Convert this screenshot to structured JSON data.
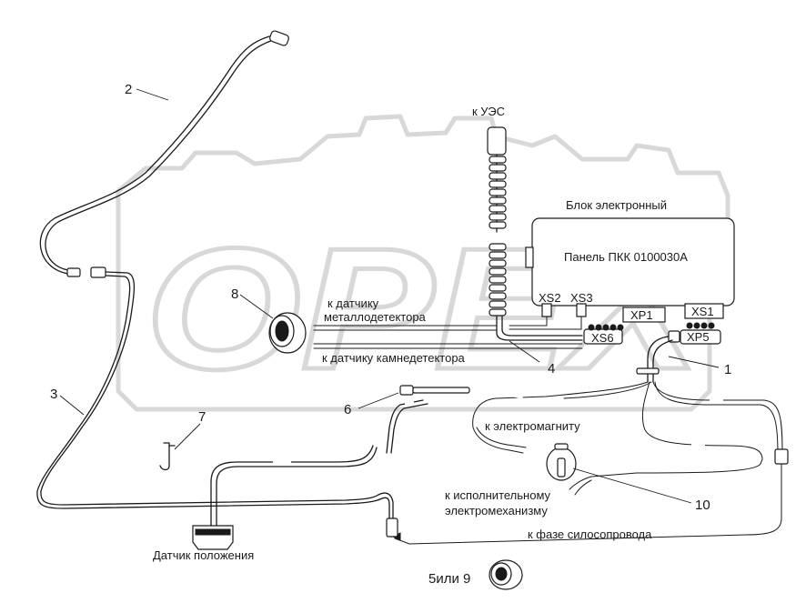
{
  "watermark": {
    "brand": "OPEX"
  },
  "labels": {
    "to_ues": "к УЭС",
    "block_title": "Блок электронный",
    "panel": "Панель ПКК 0100030А",
    "xs2": "XS2",
    "xs3": "XS3",
    "xp1": "XP1",
    "xs1": "XS1",
    "xp5": "XP5",
    "xs6": "XS6",
    "metal_detector_line1": "к датчику",
    "metal_detector_line2": "металлодетектора",
    "stone_detector": "к датчику камнедетектора",
    "electromagnet": "к электромагниту",
    "actuator_line1": "к исполнительному",
    "actuator_line2": "электромеханизму",
    "silo_phase": "к фазе силосопровода",
    "position_sensor": "Датчик положения",
    "part_5_or_9": "5или 9"
  },
  "callouts": [
    "1",
    "2",
    "3",
    "4",
    "6",
    "7",
    "8",
    "10"
  ]
}
